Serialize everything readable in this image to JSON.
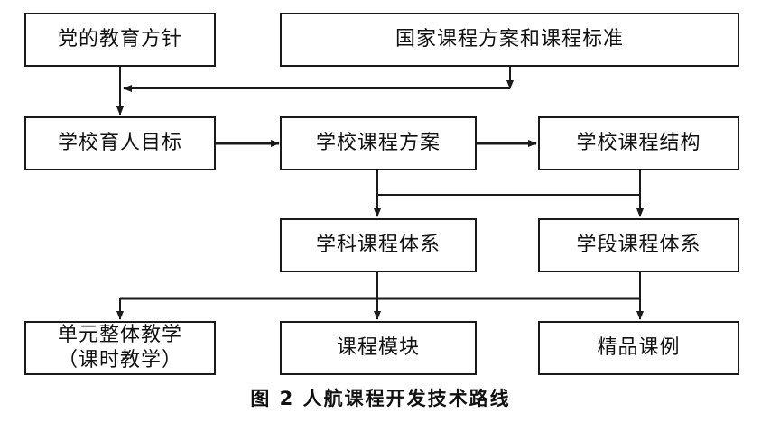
{
  "nodes": {
    "party_policy": "党的教育方针",
    "national_standard": "国家课程方案和课程标准",
    "school_goal": "学校育人目标",
    "school_plan": "学校课程方案",
    "school_structure": "学校课程结构",
    "subject_system": "学科课程体系",
    "stage_system": "学段课程体系",
    "unit_teaching_line1": "单元整体教学",
    "unit_teaching_line2": "（课时教学）",
    "course_module": "课程模块",
    "fine_cases": "精品课例"
  },
  "caption": "图 2  人航课程开发技术路线"
}
